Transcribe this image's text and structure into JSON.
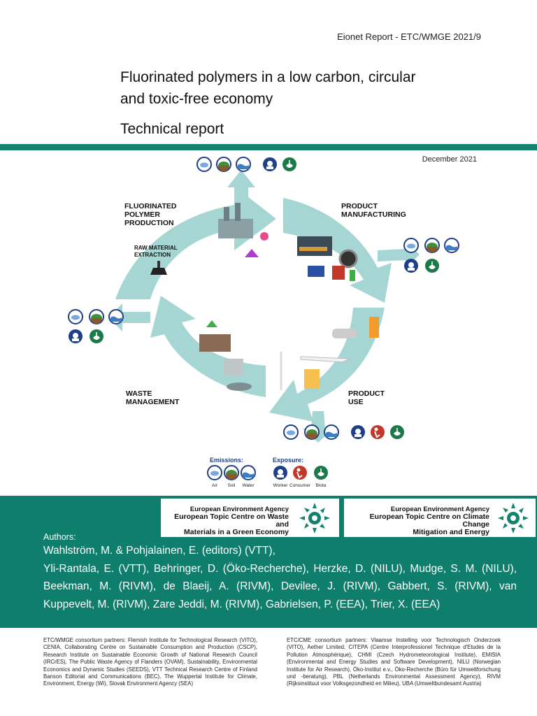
{
  "header": {
    "report_id": "Eionet Report - ETC/WMGE 2021/9",
    "title_line1": "Fluorinated polymers in a low carbon, circular",
    "title_line2": "and toxic-free economy",
    "subtitle": "Technical report",
    "date": "December 2021"
  },
  "diagram": {
    "stage_production_1": "FLUORINATED",
    "stage_production_2": "POLYMER",
    "stage_production_3": "PRODUCTION",
    "stage_raw_1": "RAW MATERIAL",
    "stage_raw_2": "EXTRACTION",
    "stage_manufacturing_1": "PRODUCT",
    "stage_manufacturing_2": "MANUFACTURING",
    "stage_use_1": "PRODUCT",
    "stage_use_2": "USE",
    "stage_waste_1": "WASTE",
    "stage_waste_2": "MANAGEMENT"
  },
  "legend": {
    "emissions_title": "Emissions:",
    "exposure_title": "Exposure:",
    "air": "Air",
    "soil": "Soil",
    "water": "Water",
    "worker": "Worker",
    "consumer": "Consumer",
    "biota": "Biota"
  },
  "colors": {
    "teal": "#13826f",
    "arrow": "#a6d6d3",
    "emission_blue": "#1f3f8a",
    "exposure_red": "#c0392b",
    "exposure_green": "#1c7a4a"
  },
  "logos": {
    "left_line1": "European Environment Agency",
    "left_line2": "European Topic Centre on Waste and",
    "left_line3": "Materials in a Green Economy",
    "right_line1": "European Environment Agency",
    "right_line2": "European Topic Centre on Climate Change",
    "right_line3": "Mitigation and Energy"
  },
  "authors": {
    "label": "Authors:",
    "line1": "Wahlström, M. & Pohjalainen, E. (editors) (VTT),",
    "line2": "Yli-Rantala, E. (VTT), Behringer, D. (Öko-Recherche), Herzke, D. (NILU), Mudge, S. M. (NILU),",
    "line3": "Beekman, M. (RIVM), de Blaeij, A. (RIVM), Devilee, J. (RIVM), Gabbert, S. (RIVM), van",
    "line4": "Kuppevelt, M. (RIVM), Zare Jeddi, M. (RIVM), Gabrielsen, P. (EEA), Trier, X. (EEA)"
  },
  "partners": {
    "wmge": "ETC/WMGE consortium partners: Flemish Institute for Technological Research (VITO), CENIA, Collaborating Centre on Sustainable Consumption and Production (CSCP), Research Institute on Sustainable Economic Growth of National Research Council (IRCrES), The Public Waste Agency of Flanders (OVAM), Sustainability, Environmental Economics and Dynamic Studies (SEEDS), VTT Technical Research Centre of Finland Banson Editorial and Communications (BEC), The Wuppertal Institute for Climate, Environment, Energy (WI), Slovak Environment Agency (SEA)",
    "cme": "ETC/CME consortium partners: Vlaamse Instelling voor Technologisch Onderzoek (VITO), Aether Limited, CITEPA (Centre Interprofessionel Technique d'Etudes de la Pollution Atmosphérique), CHMI (Czech Hydrometeorological Institute), EMISIA (Environmental and Energy Studies and Software Development), NILU (Norwegian Institute for Air Research), Öko-Institut e.v., Öko-Recherche (Büro für Umweltforschung und -beratung), PBL (Netherlands Environmental Assessment Agency), RIVM (Rijksinstituut voor Volksgezondheid en Milieu), UBA (Umweltbundesamt Austria)"
  }
}
